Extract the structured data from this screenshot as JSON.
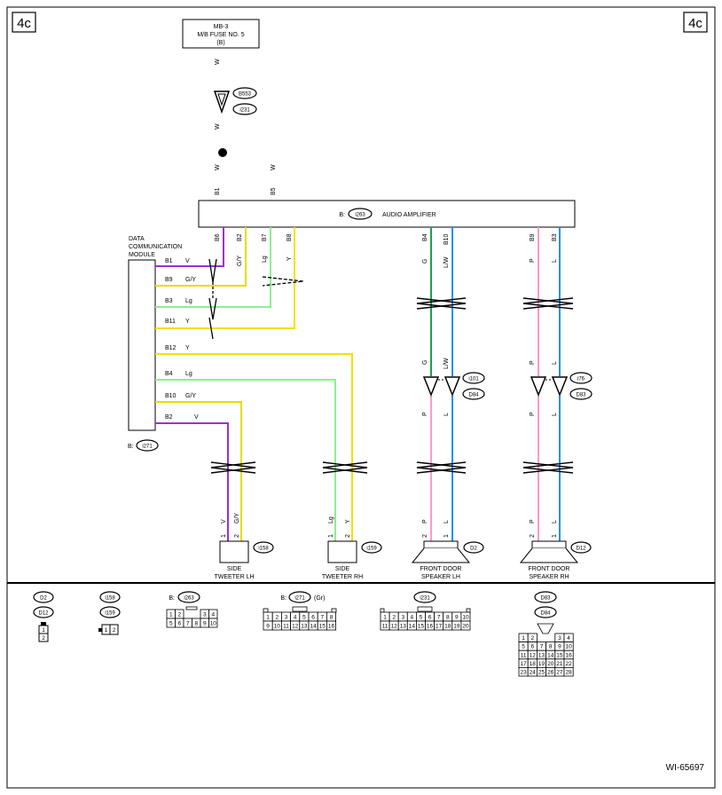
{
  "page_tag": "4c",
  "figure_id": "WI-65697",
  "fuse": {
    "line1": "MB-3",
    "line2": "M/B FUSE NO. 5",
    "line3": "(B)"
  },
  "amplifier": {
    "conn_prefix": "B:",
    "conn_id": "i263",
    "name": "AUDIO AMPLIFIER"
  },
  "dcm": {
    "line1": "DATA",
    "line2": "COMMUNICATION",
    "line3": "MODULE",
    "conn_prefix": "B:",
    "conn_id": "i271"
  },
  "connectors": {
    "b553": "B553",
    "i231": "i231",
    "i101": "i101",
    "d84": "D84",
    "i76": "i76",
    "d83": "D83",
    "i158": "i158",
    "i159": "i159",
    "d2": "D2",
    "d12": "D12"
  },
  "wire_labels": {
    "top_w1": "W",
    "top_w2": "W",
    "top_w3": "W",
    "top_w4": "W",
    "amp_top_b1": "B1",
    "amp_top_b5": "B5",
    "amp_b6": "B6",
    "amp_b2": "B2",
    "amp_b7": "B7",
    "amp_b8": "B8",
    "amp_b6_c": "V",
    "amp_b2_c": "G/Y",
    "amp_b7_c": "Lg",
    "amp_b8_c": "Y",
    "amp_b4": "B4",
    "amp_b10": "B10",
    "amp_b9": "B9",
    "amp_b3": "B3",
    "amp_b4_c": "G",
    "amp_b10_c": "L/W",
    "amp_b9_c": "P",
    "amp_b3_c": "L",
    "mid_g": "G",
    "mid_lw": "L/W",
    "mid_p": "P",
    "mid_l": "L",
    "low_p1": "P",
    "low_l1": "L",
    "low_p2": "P",
    "low_l2": "L",
    "bot_p1": "P",
    "bot_l1": "L",
    "bot_p2": "P",
    "bot_l2": "L",
    "tw_v": "V",
    "tw_gy": "G/Y",
    "tw_lg": "Lg",
    "tw_y": "Y",
    "pin1": "1",
    "pin2": "2"
  },
  "dcm_pins": [
    {
      "pin": "B1",
      "color": "V"
    },
    {
      "pin": "B9",
      "color": "G/Y"
    },
    {
      "pin": "B3",
      "color": "Lg"
    },
    {
      "pin": "B11",
      "color": "Y"
    },
    {
      "pin": "B12",
      "color": "Y"
    },
    {
      "pin": "B4",
      "color": "Lg"
    },
    {
      "pin": "B10",
      "color": "G/Y"
    },
    {
      "pin": "B2",
      "color": "V"
    }
  ],
  "components": {
    "tweeter_lh": {
      "line1": "SIDE",
      "line2": "TWEETER LH"
    },
    "tweeter_rh": {
      "line1": "SIDE",
      "line2": "TWEETER RH"
    },
    "speaker_lh": {
      "line1": "FRONT DOOR",
      "line2": "SPEAKER LH"
    },
    "speaker_rh": {
      "line1": "FRONT DOOR",
      "line2": "SPEAKER RH"
    }
  },
  "legend": {
    "d2": "D2",
    "d12": "D12",
    "i158": "i158",
    "i159": "i159",
    "i263_prefix": "B:",
    "i263": "i263",
    "i271_prefix": "B:",
    "i271": "i271",
    "i271_suffix": "(Gr)",
    "i231": "i231",
    "d83": "D83",
    "d84": "D84",
    "d2_pins": [
      "1",
      "2"
    ],
    "i158_pins": [
      "1",
      "2"
    ],
    "i263_pins": [
      "1",
      "2",
      "3",
      "4",
      "5",
      "6",
      "7",
      "8",
      "9",
      "10"
    ],
    "i271_pins": [
      "1",
      "2",
      "3",
      "4",
      "5",
      "6",
      "7",
      "8",
      "9",
      "10",
      "11",
      "12",
      "13",
      "14",
      "15",
      "16"
    ],
    "i231_pins": [
      "1",
      "2",
      "3",
      "4",
      "5",
      "6",
      "7",
      "8",
      "9",
      "10",
      "11",
      "12",
      "13",
      "14",
      "15",
      "16",
      "17",
      "18",
      "19",
      "20"
    ],
    "d83_pins": [
      "1",
      "2",
      "3",
      "4",
      "5",
      "6",
      "7",
      "8",
      "9",
      "10",
      "11",
      "12",
      "13",
      "14",
      "15",
      "16",
      "17",
      "18",
      "19",
      "20",
      "21",
      "22",
      "23",
      "24",
      "25",
      "26",
      "27",
      "28"
    ]
  },
  "colors": {
    "V": "#9b30d9",
    "GY": "#f0e000",
    "Lg": "#90ee90",
    "Y": "#f5e000",
    "G": "#1aa34a",
    "P": "#ff99cc",
    "L": "#1e90ff",
    "LW": "#1e90ff"
  }
}
